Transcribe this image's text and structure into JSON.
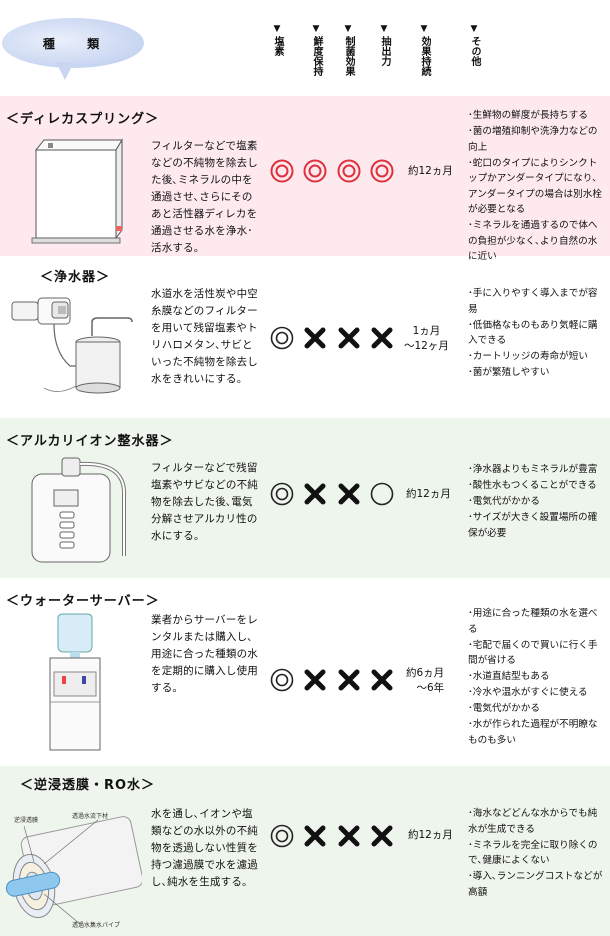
{
  "header": {
    "category_label": "種 類",
    "columns": [
      {
        "label": "塩素"
      },
      {
        "label": "鮮度保持"
      },
      {
        "label": "制菌効果"
      },
      {
        "label": "抽出力"
      },
      {
        "label": "効果持続"
      },
      {
        "label": "その他"
      }
    ]
  },
  "rows": [
    {
      "title": "＜ディレカスプリング＞",
      "description": "フィルターなどで塩素などの不純物を除去した後､ミネラルの中を通過させ､さらにそのあと活性器ディレカを通過させる水を浄水･活水する。",
      "marks": [
        "double-circle",
        "double-circle",
        "double-circle",
        "double-circle"
      ],
      "period": "約12ヵ月",
      "notes": [
        "･生鮮物の鮮度が長持ちする",
        "･菌の増殖抑制や洗浄力などの向上",
        "･蛇口のタイプによりシンクトップかアンダータイプになり､アンダータイプの場合は別水栓が必要となる",
        "･ミネラルを通過するので体への負担が少なく､より自然の水に近い"
      ]
    },
    {
      "title": "＜浄水器＞",
      "description": "水道水を活性炭や中空糸膜などのフィルターを用いて残留塩素やトリハロメタン､サビといった不純物を除去し水をきれいにする。",
      "marks": [
        "double-circle",
        "cross",
        "cross",
        "cross"
      ],
      "period": "1ヵ月\n～12ヶ月",
      "notes": [
        "･手に入りやすく導入までが容易",
        "･低価格なものもあり気軽に購入できる",
        "･カートリッジの寿命が短い",
        "･菌が繁殖しやすい"
      ]
    },
    {
      "title": "＜アルカリイオン整水器＞",
      "description": "フィルターなどで残留塩素やサビなどの不純物を除去した後､電気分解させアルカリ性の水にする。",
      "marks": [
        "double-circle",
        "cross",
        "cross",
        "circle"
      ],
      "period": "約12ヵ月",
      "notes": [
        "･浄水器よりもミネラルが豊富",
        "･酸性水もつくることができる",
        "･電気代がかかる",
        "･サイズが大きく設置場所の確保が必要"
      ]
    },
    {
      "title": "＜ウォーターサーバー＞",
      "description": "業者からサーバーをレンタルまたは購入し､用途に合った種類の水を定期的に購入し使用する。",
      "marks": [
        "double-circle",
        "cross",
        "cross",
        "cross"
      ],
      "period": "約6ヵ月\n～6年",
      "notes": [
        "･用途に合った種類の水を選べる",
        "･宅配で届くので買いに行く手間が省ける",
        "･水道直結型もある",
        "･冷水や温水がすぐに使える",
        "･電気代がかかる",
        "･水が作られた過程が不明瞭なものも多い"
      ]
    },
    {
      "title": "＜逆浸透膜・RO水＞",
      "description": "水を通し､イオンや塩類などの水以外の不純物を透過しない性質を持つ濾過膜で水を濾過し､純水を生成する。",
      "marks": [
        "double-circle",
        "cross",
        "cross",
        "cross"
      ],
      "period": "約12ヵ月",
      "notes": [
        "･海水などどんな水からでも純水が生成できる",
        "･ミネラルを完全に取り除くので､健康によくない",
        "･導入､ランニングコストなどが高額"
      ],
      "diagram_labels": {
        "membrane": "逆浸透膜",
        "through_material": "透過水流下材",
        "collector_pipe": "透過水集水パイプ"
      }
    }
  ]
}
